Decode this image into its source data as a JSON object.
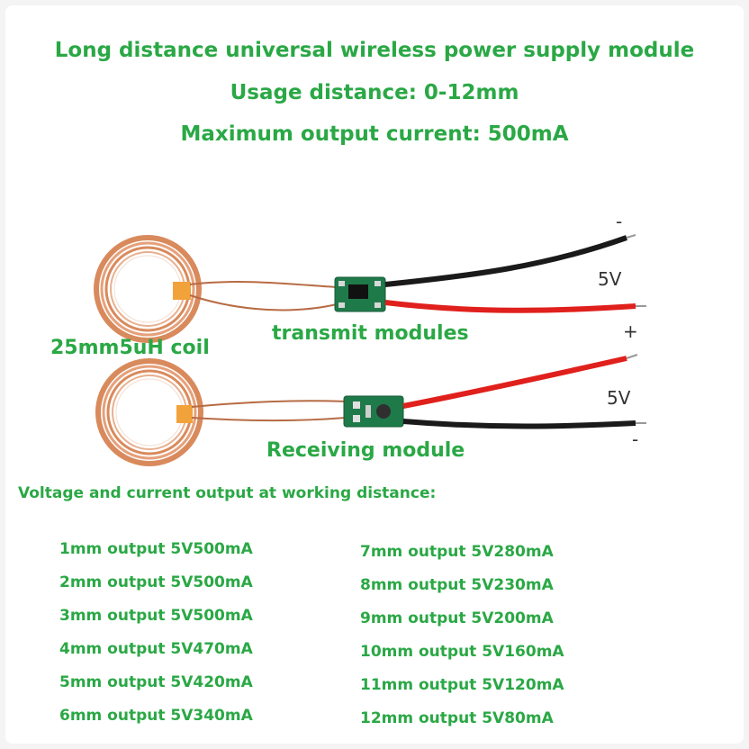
{
  "header": {
    "line1": "Long distance universal wireless power supply module",
    "line2": "Usage distance: 0-12mm",
    "line3": "Maximum output current: 500mA"
  },
  "illustration": {
    "coil_label": "25mm5uH coil",
    "transmit_label": "transmit modules",
    "receive_label": "Receiving module",
    "tx_minus": "-",
    "tx_voltage": "5V",
    "tx_plus": "+",
    "rx_voltage": "5V",
    "rx_minus": "-",
    "colors": {
      "coil_copper": "#d98a5c",
      "pcb_green": "#1f7a4a",
      "wire_black": "#1a1a1a",
      "wire_red": "#e0201c",
      "tape": "#f2a23a"
    }
  },
  "specs": {
    "heading": "Voltage and current output at working distance:",
    "left": [
      "1mm output 5V500mA",
      "2mm output 5V500mA",
      "3mm output 5V500mA",
      "4mm output 5V470mA",
      "5mm output 5V420mA",
      "6mm output 5V340mA"
    ],
    "right": [
      "7mm output 5V280mA",
      "8mm output 5V230mA",
      "9mm output 5V200mA",
      "10mm output 5V160mA",
      "11mm output 5V120mA",
      "12mm output 5V80mA"
    ]
  },
  "theme": {
    "text_green": "#2aa845"
  }
}
